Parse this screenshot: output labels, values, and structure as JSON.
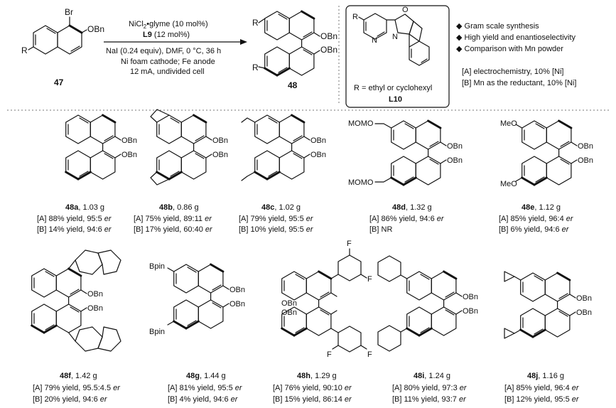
{
  "reaction": {
    "sm_br": "Br",
    "sm_obn": "OBn",
    "sm_r": "R",
    "sm_label": "47",
    "cond_cat": "NiCl",
    "cond_cat_sub": "2",
    "cond_cat_rest": "•glyme  (10 mol%)",
    "cond_ligand": "L9",
    "cond_ligand_rest": " (12 mol%)",
    "cond_2": "NaI (0.24 equiv), DMF, 0 °C, 36 h",
    "cond_3": "Ni foam cathode; Fe anode",
    "cond_4": "12 mA, undivided cell",
    "pr_r": "R",
    "pr_obn1": "OBn",
    "pr_obn2": "OBn",
    "pr_label": "48"
  },
  "ligand": {
    "n1": "N",
    "o": "O",
    "n2": "N",
    "r": "R",
    "r_def": "R = ethyl or cyclohexyl",
    "label": "L10"
  },
  "notes": {
    "bullets": [
      "Gram scale synthesis",
      "High yield and enantioselectivity",
      "Comparison with Mn powder"
    ],
    "a": "[A] electrochemistry, 10% [Ni]",
    "b": "[B] Mn as the reductant, 10% [Ni]"
  },
  "products": [
    {
      "id": "48a",
      "mass": ", 1.03 g",
      "a_yield": "[A] 88% yield, 95:5 ",
      "b_yield": "[B] 14% yield, 94:6 ",
      "sub": [
        "OBn",
        "OBn"
      ]
    },
    {
      "id": "48b",
      "mass": ", 0.86 g",
      "a_yield": "[A] 75% yield, 89:11 ",
      "b_yield": "[B] 17% yield, 60:40 ",
      "sub": [
        "OBn",
        "OBn"
      ]
    },
    {
      "id": "48c",
      "mass": ", 1.02 g",
      "a_yield": "[A] 79% yield, 95:5 ",
      "b_yield": "[B] 10% yield, 95:5 ",
      "sub": [
        "OBn",
        "OBn"
      ]
    },
    {
      "id": "48d",
      "mass": ", 1.32 g",
      "a_yield": "[A] 86% yield, 94:6 ",
      "b_yield": "[B] NR",
      "sub": [
        "OBn",
        "OBn",
        "MOMO",
        "MOMO"
      ]
    },
    {
      "id": "48e",
      "mass": ", 1.12 g",
      "a_yield": "[A] 85% yield, 96:4 ",
      "b_yield": "[B] 6% yield, 94:6 ",
      "sub": [
        "OBn",
        "OBn",
        "MeO",
        "MeO"
      ]
    },
    {
      "id": "48f",
      "mass": ", 1.42 g",
      "a_yield": "[A] 79% yield, 95.5:4.5 ",
      "b_yield": "[B] 20% yield, 94:6 ",
      "sub": [
        "OBn",
        "OBn"
      ]
    },
    {
      "id": "48g",
      "mass": ", 1.44 g",
      "a_yield": "[A] 81% yield, 95:5 ",
      "b_yield": "[B] 4% yield, 94:6 ",
      "sub": [
        "OBn",
        "OBn",
        "Bpin",
        "Bpin"
      ]
    },
    {
      "id": "48h",
      "mass": ", 1.29 g",
      "a_yield": "[A] 76% yield, 90:10 ",
      "b_yield": "[B] 15% yield, 86:14 ",
      "sub": [
        "OBn",
        "OBn",
        "F",
        "F",
        "F",
        "F"
      ]
    },
    {
      "id": "48i",
      "mass": ", 1.24 g",
      "a_yield": "[A] 80% yield, 97:3 ",
      "b_yield": "[B] 11% yield, 93:7 ",
      "sub": [
        "OBn",
        "OBn"
      ]
    },
    {
      "id": "48j",
      "mass": ", 1.16 g",
      "a_yield": "[A] 85% yield, 96:4 ",
      "b_yield": "[B] 12% yield, 95:5 ",
      "sub": [
        "OBn",
        "OBn"
      ]
    }
  ],
  "er": "er"
}
